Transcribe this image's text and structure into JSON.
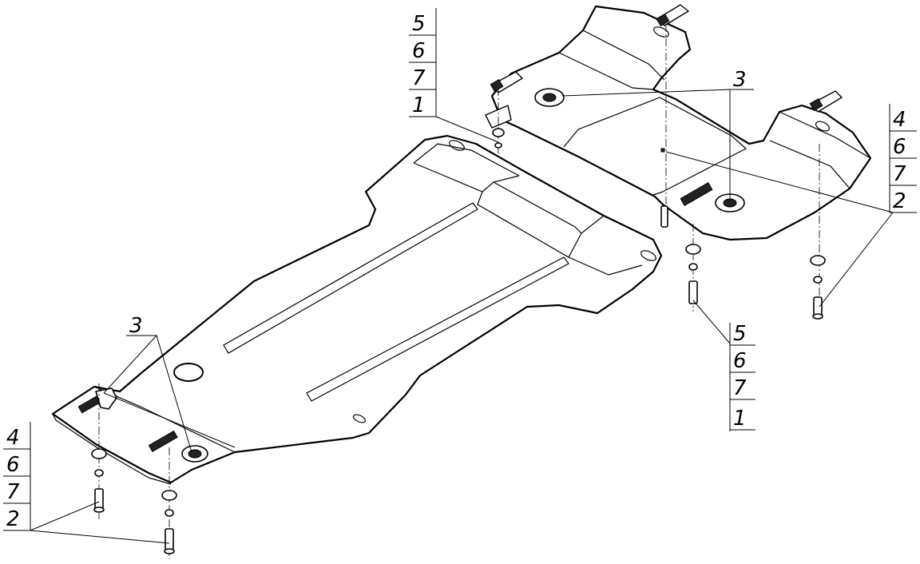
{
  "drawing": {
    "callout_left_bottom": [
      "4",
      "6",
      "7",
      "2"
    ],
    "callout_top_middle": [
      "5",
      "6",
      "7",
      "1"
    ],
    "callout_right_top": [
      "4",
      "6",
      "7",
      "2"
    ],
    "callout_right_middle": [
      "5",
      "6",
      "7",
      "1"
    ],
    "label_front_plate": "3",
    "label_rear_plate": "3"
  }
}
